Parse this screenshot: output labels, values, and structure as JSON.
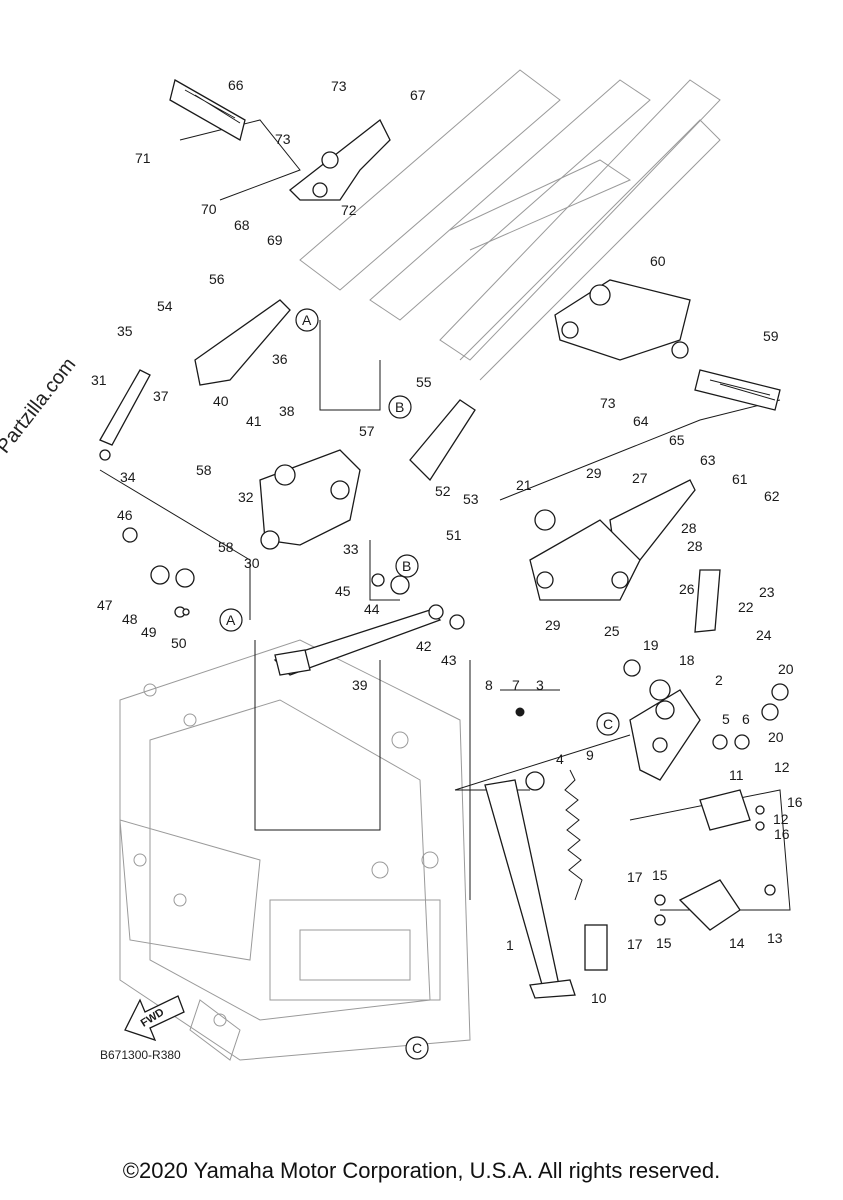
{
  "watermark": "© Partzilla.com",
  "diagram_code": "B671300-R380",
  "footer": "©2020 Yamaha Motor Corporation, U.S.A. All rights reserved.",
  "fwd_label": "FWD",
  "refs": {
    "A": "A",
    "B": "B",
    "C": "C"
  },
  "callouts": [
    "1",
    "2",
    "3",
    "4",
    "5",
    "6",
    "7",
    "8",
    "9",
    "10",
    "11",
    "12",
    "13",
    "14",
    "15",
    "16",
    "17",
    "18",
    "19",
    "20",
    "21",
    "22",
    "23",
    "24",
    "25",
    "26",
    "27",
    "28",
    "29",
    "30",
    "31",
    "32",
    "33",
    "34",
    "35",
    "36",
    "37",
    "38",
    "39",
    "40",
    "41",
    "42",
    "43",
    "44",
    "45",
    "46",
    "47",
    "48",
    "49",
    "50",
    "51",
    "52",
    "53",
    "54",
    "55",
    "56",
    "57",
    "58",
    "59",
    "60",
    "61",
    "62",
    "63",
    "64",
    "65",
    "66",
    "67",
    "68",
    "69",
    "70",
    "71",
    "72",
    "73"
  ]
}
